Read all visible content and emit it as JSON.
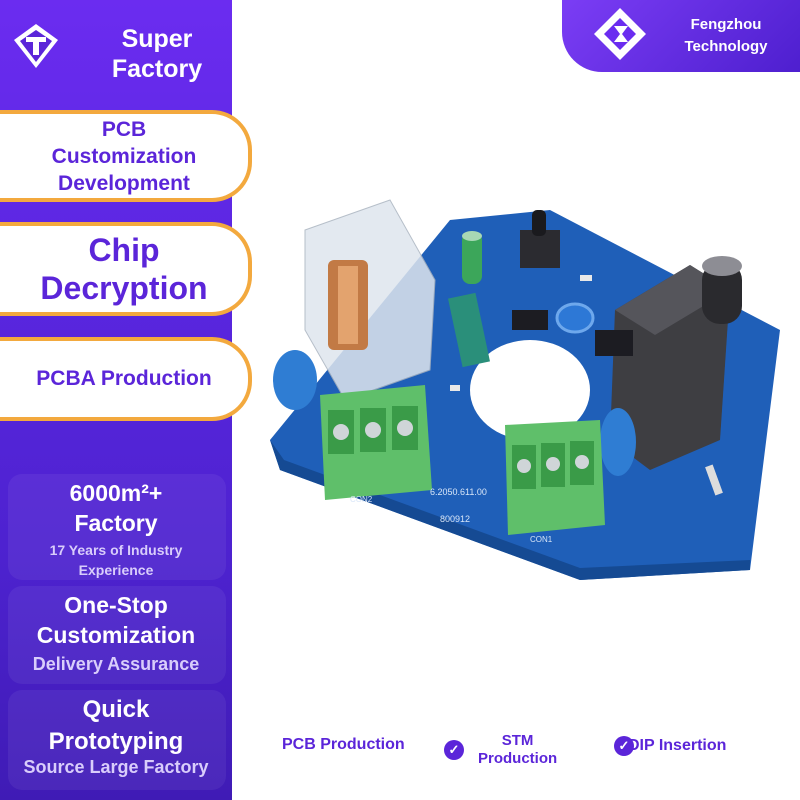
{
  "brand": {
    "name_line1": "Super",
    "name_line2": "Factory",
    "logo_icon": "diamond-t-logo-icon"
  },
  "company": {
    "line1": "Fengzhou",
    "line2": "Technology",
    "logo_icon": "company-logo-icon"
  },
  "services": [
    {
      "lines": [
        "PCB",
        "Customization",
        "Development"
      ]
    },
    {
      "lines": [
        "Chip",
        "Decryption"
      ]
    },
    {
      "lines": [
        "PCBA Production"
      ]
    }
  ],
  "stats": [
    {
      "title_lines": [
        "6000m²+",
        "Factory"
      ],
      "sub_lines": [
        "17 Years of Industry",
        "Experience"
      ]
    },
    {
      "title_lines": [
        "One-Stop",
        "Customization"
      ],
      "sub_lines": [
        "Delivery Assurance"
      ]
    },
    {
      "title_lines": [
        "Quick",
        "Prototyping"
      ],
      "sub_lines": [
        "Source Large Factory"
      ]
    }
  ],
  "product": {
    "silk_text_1": "6.2050.611.00",
    "silk_text_2": "800912",
    "label_con2": "CON2",
    "label_con1": "CON1"
  },
  "tags": [
    {
      "label": "PCB Production"
    },
    {
      "label_line1": "STM",
      "label_line2": "Production"
    },
    {
      "label": "DIP Insertion"
    }
  ],
  "colors": {
    "accent": "#5b25d9",
    "pill_border": "#f3a93e",
    "pcb": "#1f5fb8"
  }
}
